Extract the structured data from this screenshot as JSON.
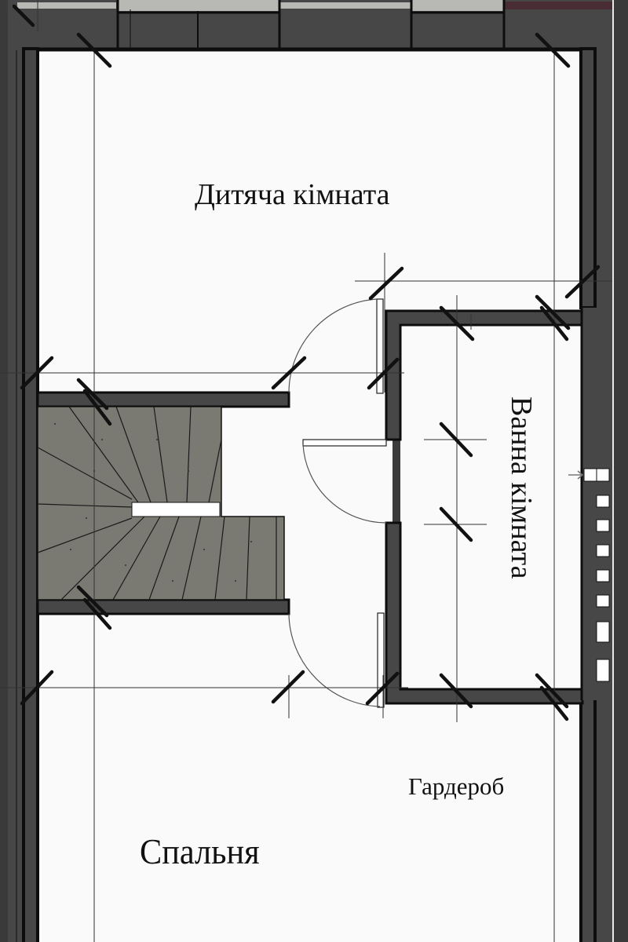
{
  "plan": {
    "type": "floor-plan",
    "colors": {
      "background": "#3a3a3a",
      "outer_band": "#454545",
      "wall_fill": "#474747",
      "wall_stroke": "#0d0d0d",
      "room_floor": "#fafafa",
      "stair_fill": "#7a7a72",
      "window_strip": "#b8b8b4",
      "roof_strip": "#4a2c34",
      "dimension_line": "#333333",
      "tick_mark": "#111111",
      "label_text": "#111111"
    },
    "rooms": [
      {
        "id": "kids",
        "label": "Дитяча кімната"
      },
      {
        "id": "bath",
        "label": "Ванна кімната"
      },
      {
        "id": "wardrobe",
        "label": "Гардероб"
      },
      {
        "id": "bedroom",
        "label": "Спальня"
      }
    ],
    "features": {
      "doors": 4,
      "staircase": "winder stair",
      "side_openings": 7
    }
  }
}
